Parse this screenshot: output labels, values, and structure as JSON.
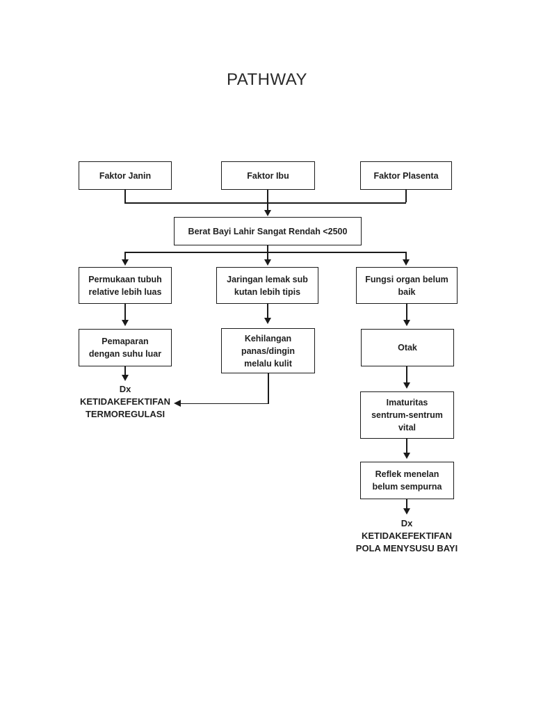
{
  "title": "PATHWAY",
  "nodes": {
    "faktor_janin": {
      "label": "Faktor Janin"
    },
    "faktor_ibu": {
      "label": "Faktor Ibu"
    },
    "faktor_plasenta": {
      "label": "Faktor Plasenta"
    },
    "bblsr": {
      "label": "Berat Bayi Lahir Sangat Rendah <2500"
    },
    "permukaan": {
      "label": [
        "Permukaan tubuh",
        "relative lebih luas"
      ]
    },
    "jaringan": {
      "label": [
        "Jaringan lemak sub",
        "kutan lebih tipis"
      ]
    },
    "fungsi_organ": {
      "label": [
        "Fungsi organ belum",
        "baik"
      ]
    },
    "pemaparan": {
      "label": [
        "Pemaparan",
        "dengan suhu luar"
      ]
    },
    "kehilangan": {
      "label": [
        "Kehilangan",
        "panas/dingin",
        "melalu kulit"
      ]
    },
    "otak": {
      "label": "Otak"
    },
    "imaturitas": {
      "label": [
        "Imaturitas",
        "sentrum-sentrum",
        "vital"
      ]
    },
    "reflek": {
      "label": [
        "Reflek menelan",
        "belum sempurna"
      ]
    }
  },
  "diagnoses": {
    "termoregulasi": {
      "label": [
        "Dx",
        "KETIDAKEFEKTIFAN",
        "TERMOREGULASI"
      ]
    },
    "pola_menyusu": {
      "label": [
        "Dx",
        "KETIDAKEFEKTIFAN",
        "POLA MENYSUSU BAYI"
      ]
    }
  },
  "colors": {
    "line": "#1a1a1a",
    "text": "#1f1f1f",
    "background": "#ffffff"
  }
}
